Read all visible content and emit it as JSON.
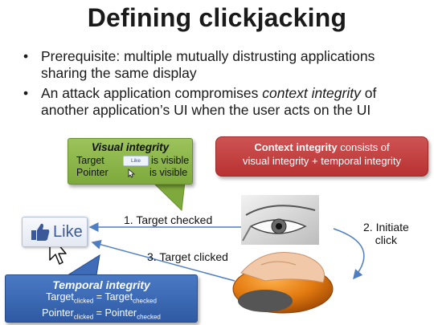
{
  "slide": {
    "title": "Defining clickjacking",
    "bullets": [
      {
        "text": "Prerequisite: multiple mutually distrusting applications sharing the same display"
      },
      {
        "pre": "An attack application compromises ",
        "em": "context integrity",
        "post": " of another application’s UI when the user acts on the UI"
      }
    ]
  },
  "visual_integrity": {
    "title": "Visual integrity",
    "target_label": "Target",
    "target_value": "is visible",
    "pointer_label": "Pointer",
    "pointer_value": "is visible",
    "mini_like": "Like"
  },
  "context_integrity": {
    "bold": "Context integrity",
    "line1_rest": " consists of",
    "line2": "visual integrity + temporal integrity"
  },
  "like_button": {
    "label": "Like"
  },
  "steps": {
    "step1": "1. Target checked",
    "step2_line1": "2. Initiate",
    "step2_line2": "click",
    "step3": "3. Target clicked"
  },
  "temporal_integrity": {
    "title": "Temporal integrity",
    "target": "Target",
    "target_sub1": "clicked",
    "eq": " = ",
    "target_sub2": "checked",
    "pointer": "Pointer",
    "pointer_sub1": "clicked",
    "pointer_sub2": "checked"
  },
  "colors": {
    "green": "#8cb84a",
    "red": "#c13d3d",
    "blue": "#3a67b3",
    "arrow": "#4f7fc2",
    "facebook": "#3b5998"
  }
}
